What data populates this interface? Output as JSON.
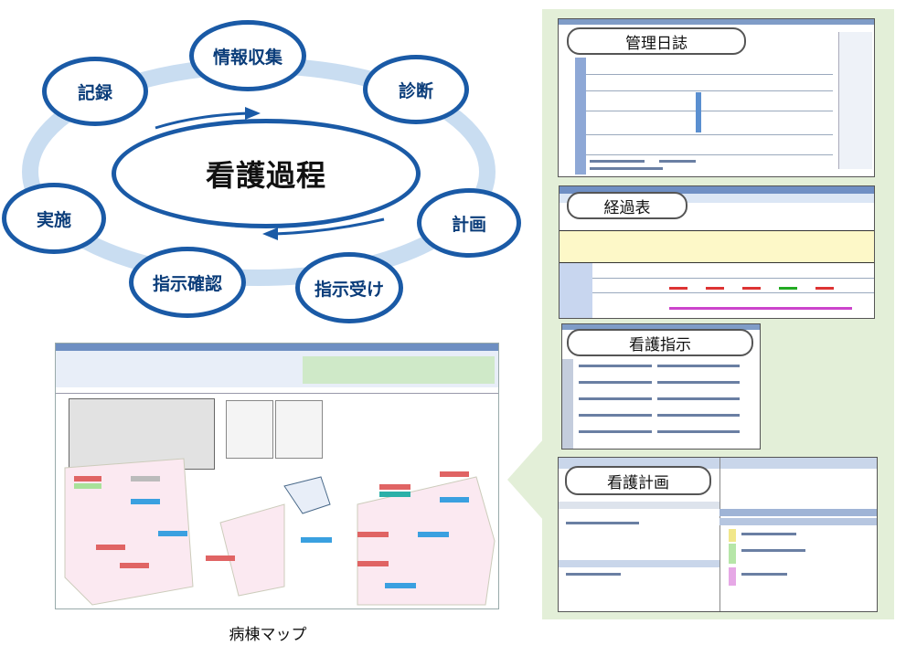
{
  "cycle": {
    "center": "看護過程",
    "nodes": {
      "info": "情報収集",
      "diagnosis": "診断",
      "plan": "計画",
      "receive": "指示受け",
      "confirm": "指示確認",
      "implement": "実施",
      "record": "記録"
    }
  },
  "screens": {
    "kanri": "管理日誌",
    "keika": "経過表",
    "shiji": "看護指示",
    "keikaku": "看護計画"
  },
  "ward_map": {
    "caption": "病棟マップ"
  },
  "colors": {
    "ring": "#c9ddf1",
    "node_border": "#1a5aa6",
    "panel": "#e3efd8"
  }
}
